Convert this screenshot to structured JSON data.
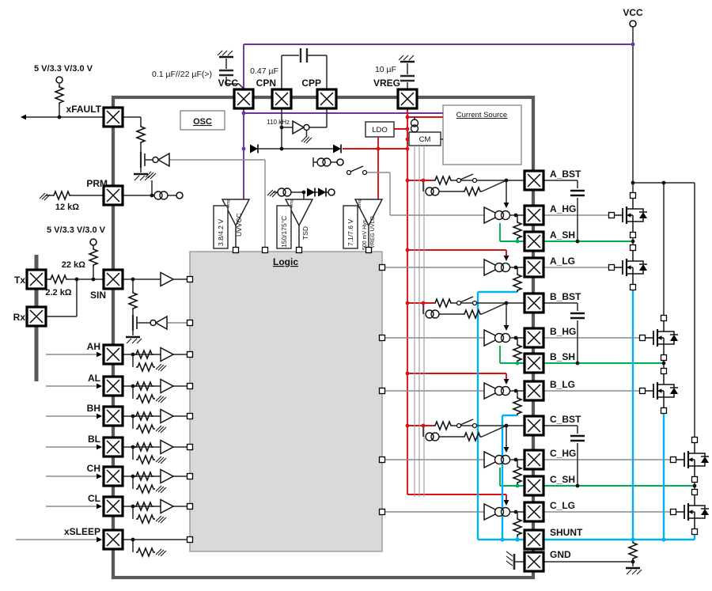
{
  "colors": {
    "ic_border": "#595959",
    "logic_fill": "#d9d9d9",
    "vcc_purple": "#7030a0",
    "vreg_red": "#d91111",
    "phase_green": "#00b050",
    "shunt_blue": "#00b0f0"
  },
  "pins": {
    "left": [
      {
        "label": "xFAULT"
      },
      {
        "label": "PRM"
      },
      {
        "label": "SIN"
      },
      {
        "label": "AH"
      },
      {
        "label": "AL"
      },
      {
        "label": "BH"
      },
      {
        "label": "BL"
      },
      {
        "label": "CH"
      },
      {
        "label": "CL"
      },
      {
        "label": "xSLEEP"
      }
    ],
    "top": [
      {
        "label": "VCC"
      },
      {
        "label": "CPN"
      },
      {
        "label": "CPP"
      },
      {
        "label": "VREG"
      }
    ],
    "right": [
      {
        "label": "A_BST"
      },
      {
        "label": "A_HG"
      },
      {
        "label": "A_SH"
      },
      {
        "label": "A_LG"
      },
      {
        "label": "B_BST"
      },
      {
        "label": "B_HG"
      },
      {
        "label": "B_SH"
      },
      {
        "label": "B_LG"
      },
      {
        "label": "C_BST"
      },
      {
        "label": "C_HG"
      },
      {
        "label": "C_SH"
      },
      {
        "label": "C_LG"
      },
      {
        "label": "SHUNT"
      },
      {
        "label": "GND"
      }
    ],
    "standalone": [
      {
        "label": "Tx"
      },
      {
        "label": "Rx"
      }
    ]
  },
  "blocks": {
    "osc": "OSC",
    "ldo": "LDO",
    "cm": "CM",
    "current_source": "Current Source",
    "logic": "Logic"
  },
  "comparators": [
    {
      "range": "3.8/4.2 V",
      "name": "UVVCC",
      "tag": "Cmp"
    },
    {
      "range": "150/175°C",
      "name": "TSD",
      "tag": "Cmp"
    },
    {
      "range": "7.1/7.6 V",
      "name": "VREG UVLO",
      "hys": "500 mV Hys",
      "tag": "Cmp"
    }
  ],
  "labels": {
    "supply_fault": "5 V/3.3 V/3.0 V",
    "supply_sin": "5 V/3.3 V/3.0 V",
    "cap_vcc": "0.1 µF//22 µF(>)",
    "cap_chargepump": "0.47 µF",
    "cap_vreg": "10 µF",
    "vcc_cap_tag": "VCC",
    "vcc_rail": "VCC",
    "osc_freq": "110 kHz",
    "r_prm": "12 kΩ",
    "r_tx": "2.2 kΩ",
    "r_sin_pullup": "22 kΩ"
  }
}
